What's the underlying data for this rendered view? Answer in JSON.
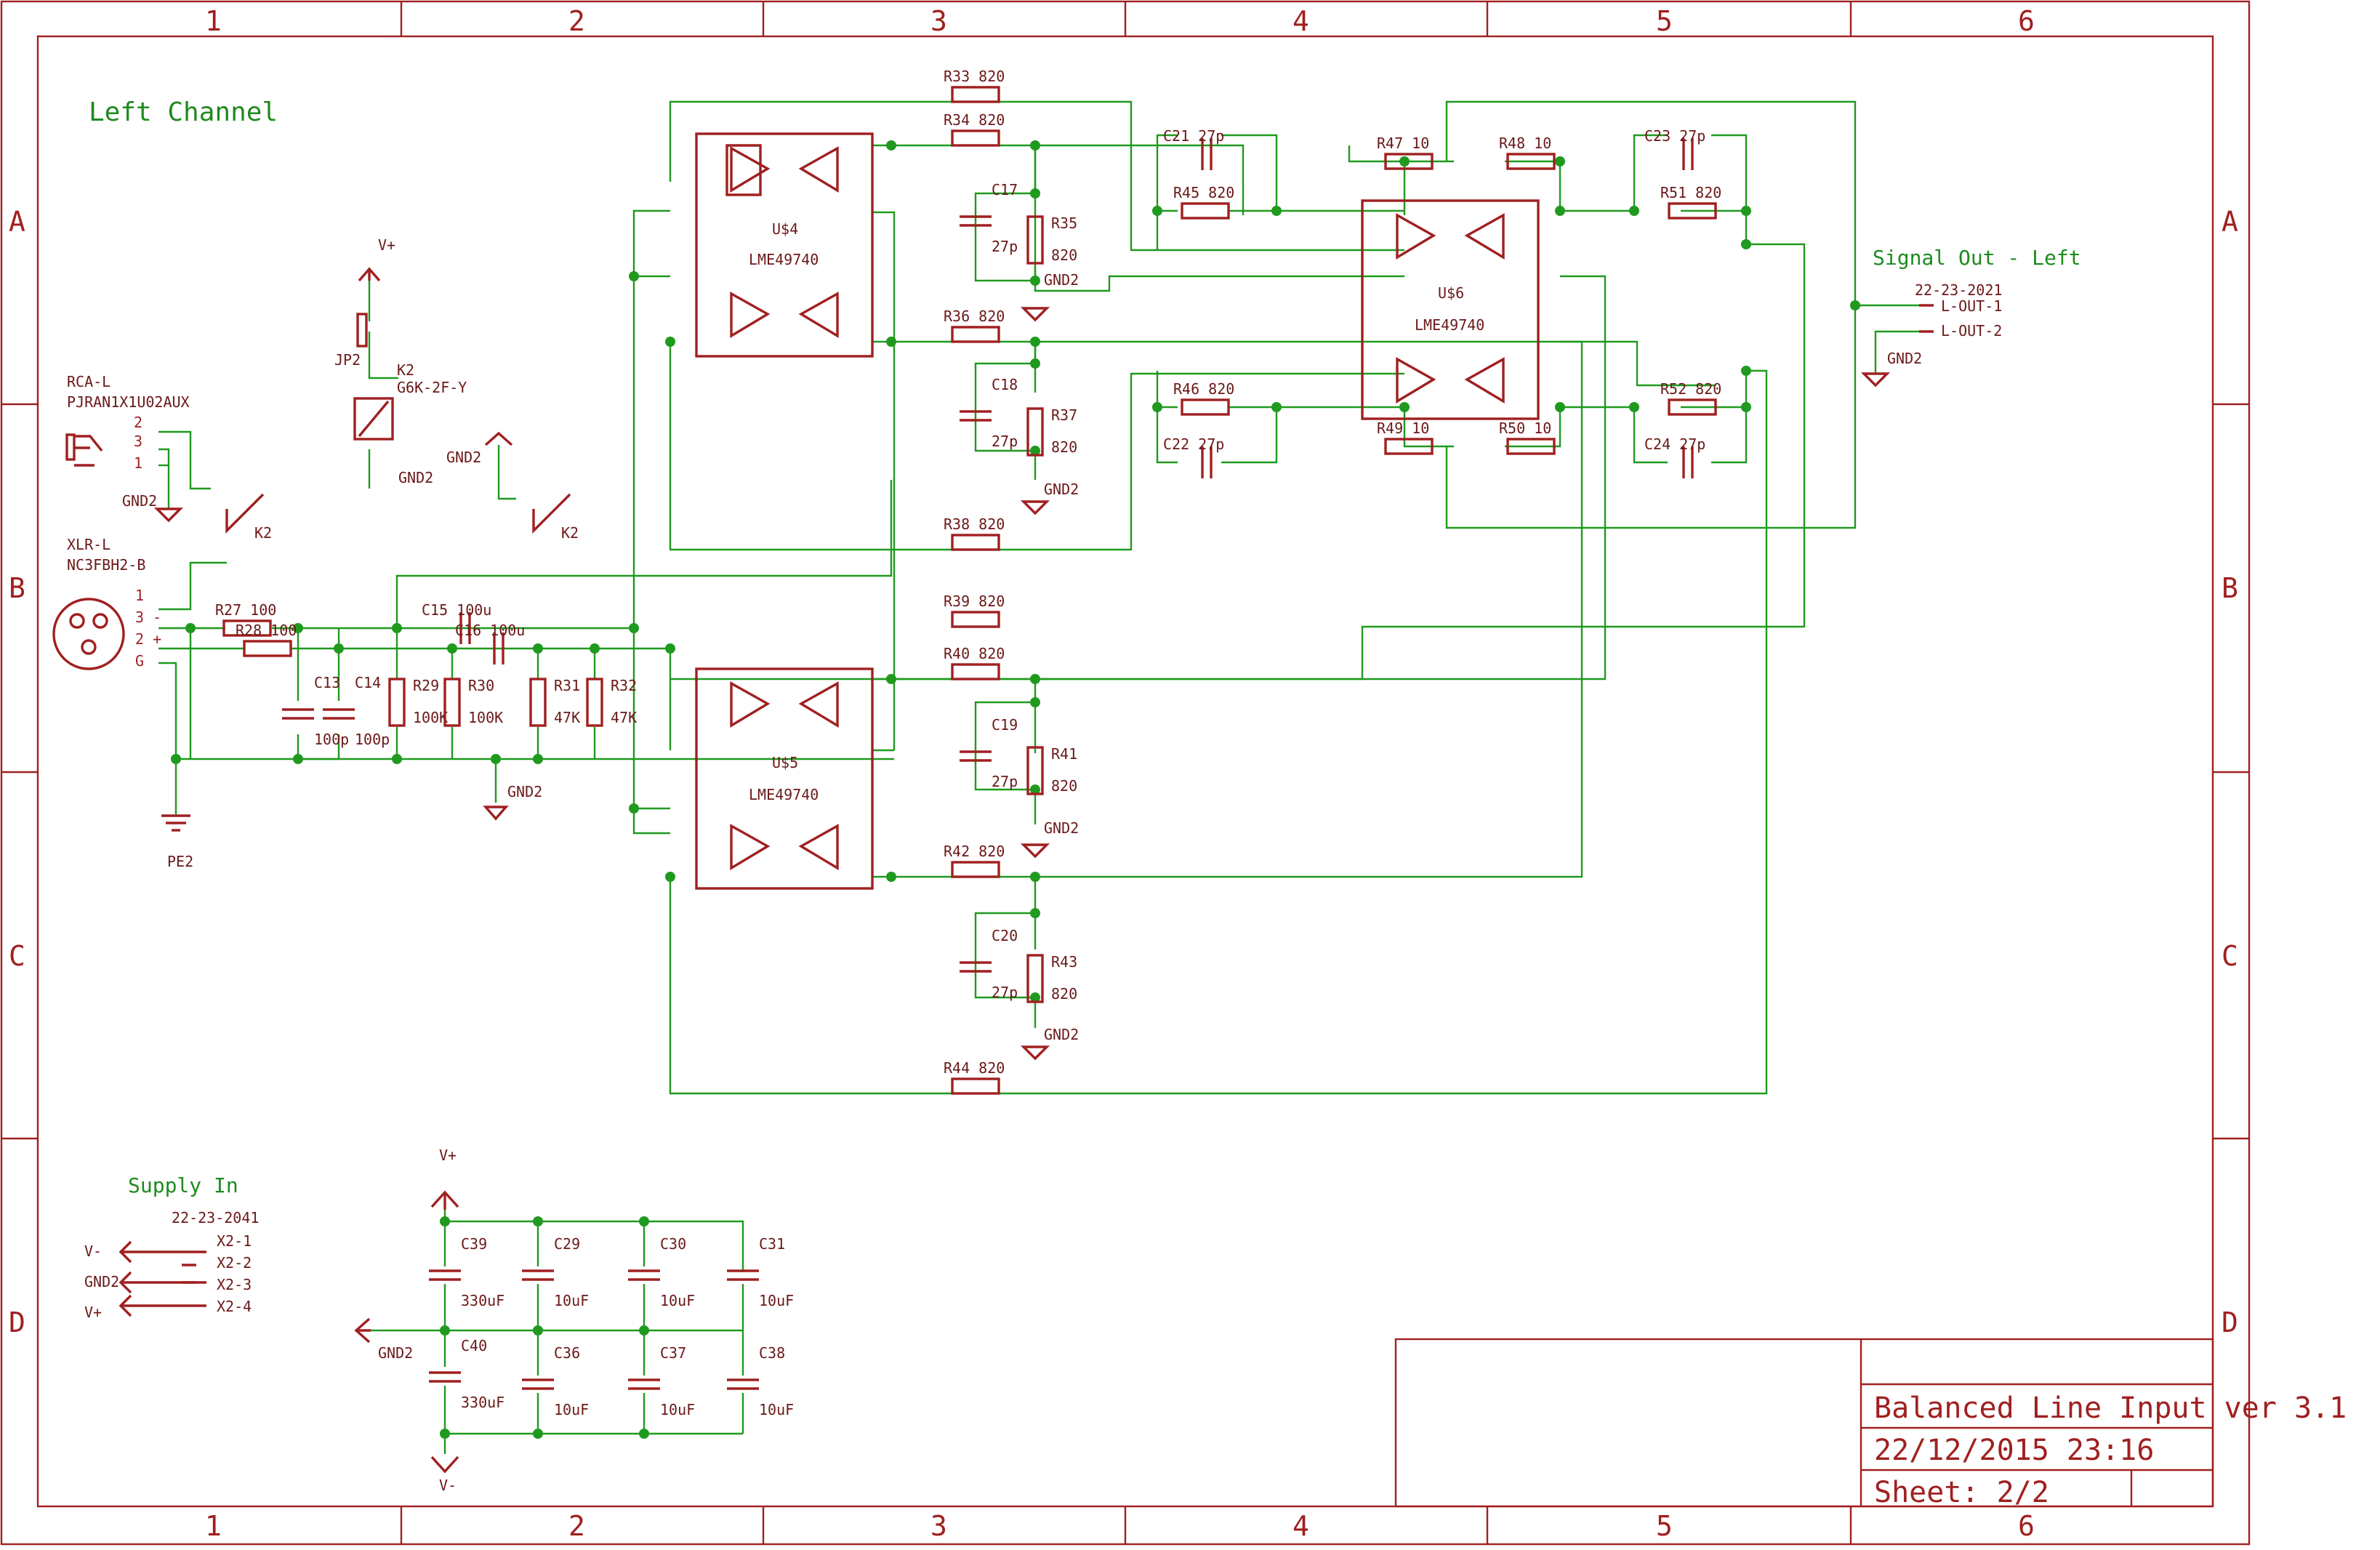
{
  "frame": {
    "columns": [
      "1",
      "2",
      "3",
      "4",
      "5",
      "6"
    ],
    "rows": [
      "A",
      "B",
      "C",
      "D"
    ]
  },
  "titles": {
    "left_channel": "Left Channel",
    "signal_out": "Signal Out - Left",
    "supply_in": "Supply In"
  },
  "title_block": {
    "name": "Balanced Line Input ver 3.1",
    "date": "22/12/2015 23:16",
    "sheet": "Sheet: 2/2"
  },
  "ics": [
    {
      "ref": "U$4",
      "part": "LME49740"
    },
    {
      "ref": "U$5",
      "part": "LME49740"
    },
    {
      "ref": "U$6",
      "part": "LME49740"
    }
  ],
  "resistors": [
    {
      "ref": "R33",
      "value": "820"
    },
    {
      "ref": "R34",
      "value": "820"
    },
    {
      "ref": "R35",
      "value": "820"
    },
    {
      "ref": "R36",
      "value": "820"
    },
    {
      "ref": "R37",
      "value": "820"
    },
    {
      "ref": "R38",
      "value": "820"
    },
    {
      "ref": "R39",
      "value": "820"
    },
    {
      "ref": "R40",
      "value": "820"
    },
    {
      "ref": "R41",
      "value": "820"
    },
    {
      "ref": "R42",
      "value": "820"
    },
    {
      "ref": "R43",
      "value": "820"
    },
    {
      "ref": "R44",
      "value": "820"
    },
    {
      "ref": "R45",
      "value": "820"
    },
    {
      "ref": "R46",
      "value": "820"
    },
    {
      "ref": "R47",
      "value": "10"
    },
    {
      "ref": "R48",
      "value": "10"
    },
    {
      "ref": "R49",
      "value": "10"
    },
    {
      "ref": "R50",
      "value": "10"
    },
    {
      "ref": "R51",
      "value": "820"
    },
    {
      "ref": "R52",
      "value": "820"
    },
    {
      "ref": "R27",
      "value": "100"
    },
    {
      "ref": "R28",
      "value": "100"
    },
    {
      "ref": "R29",
      "value": "100K"
    },
    {
      "ref": "R30",
      "value": "100K"
    },
    {
      "ref": "R31",
      "value": "47K"
    },
    {
      "ref": "R32",
      "value": "47K"
    }
  ],
  "capacitors": [
    {
      "ref": "C17",
      "value": "27p"
    },
    {
      "ref": "C18",
      "value": "27p"
    },
    {
      "ref": "C19",
      "value": "27p"
    },
    {
      "ref": "C20",
      "value": "27p"
    },
    {
      "ref": "C21",
      "value": "27p"
    },
    {
      "ref": "C22",
      "value": "27p"
    },
    {
      "ref": "C23",
      "value": "27p"
    },
    {
      "ref": "C24",
      "value": "27p"
    },
    {
      "ref": "C13",
      "value": "100p"
    },
    {
      "ref": "C14",
      "value": "100p"
    },
    {
      "ref": "C15",
      "value": "100u"
    },
    {
      "ref": "C16",
      "value": "100u"
    },
    {
      "ref": "C39",
      "value": "330uF"
    },
    {
      "ref": "C40",
      "value": "330uF"
    },
    {
      "ref": "C29",
      "value": "10uF"
    },
    {
      "ref": "C30",
      "value": "10uF"
    },
    {
      "ref": "C31",
      "value": "10uF"
    },
    {
      "ref": "C36",
      "value": "10uF"
    },
    {
      "ref": "C37",
      "value": "10uF"
    },
    {
      "ref": "C38",
      "value": "10uF"
    }
  ],
  "connectors": {
    "rca": {
      "ref": "RCA-L",
      "part": "PJRAN1X1U02AUX",
      "pins": [
        "2",
        "3",
        "1"
      ]
    },
    "xlr": {
      "ref": "XLR-L",
      "part": "NC3FBH2-B",
      "pins": [
        "1",
        "3 -",
        "2 +",
        "G"
      ]
    },
    "out": {
      "part": "22-23-2021",
      "pins": [
        "L-OUT-1",
        "L-OUT-2"
      ]
    },
    "supply": {
      "part": "22-23-2041",
      "pins": [
        "X2-1",
        "X2-2",
        "X2-3",
        "X2-4"
      ]
    }
  },
  "relay": {
    "ref": "K2",
    "part": "G6K-2F-Y",
    "switch_label": "K2"
  },
  "jumper": {
    "ref": "JP2"
  },
  "nets": {
    "vplus": "V+",
    "vminus": "V-",
    "gnd2": "GND2",
    "pe2": "PE2",
    "supply_vminus": "V-",
    "supply_gnd": "GND2",
    "supply_vplus": "V+"
  },
  "colors": {
    "frame": "#a02020",
    "wire": "#1f9a1f",
    "text": "#6b1818",
    "net_label": "#1f8a1f"
  }
}
